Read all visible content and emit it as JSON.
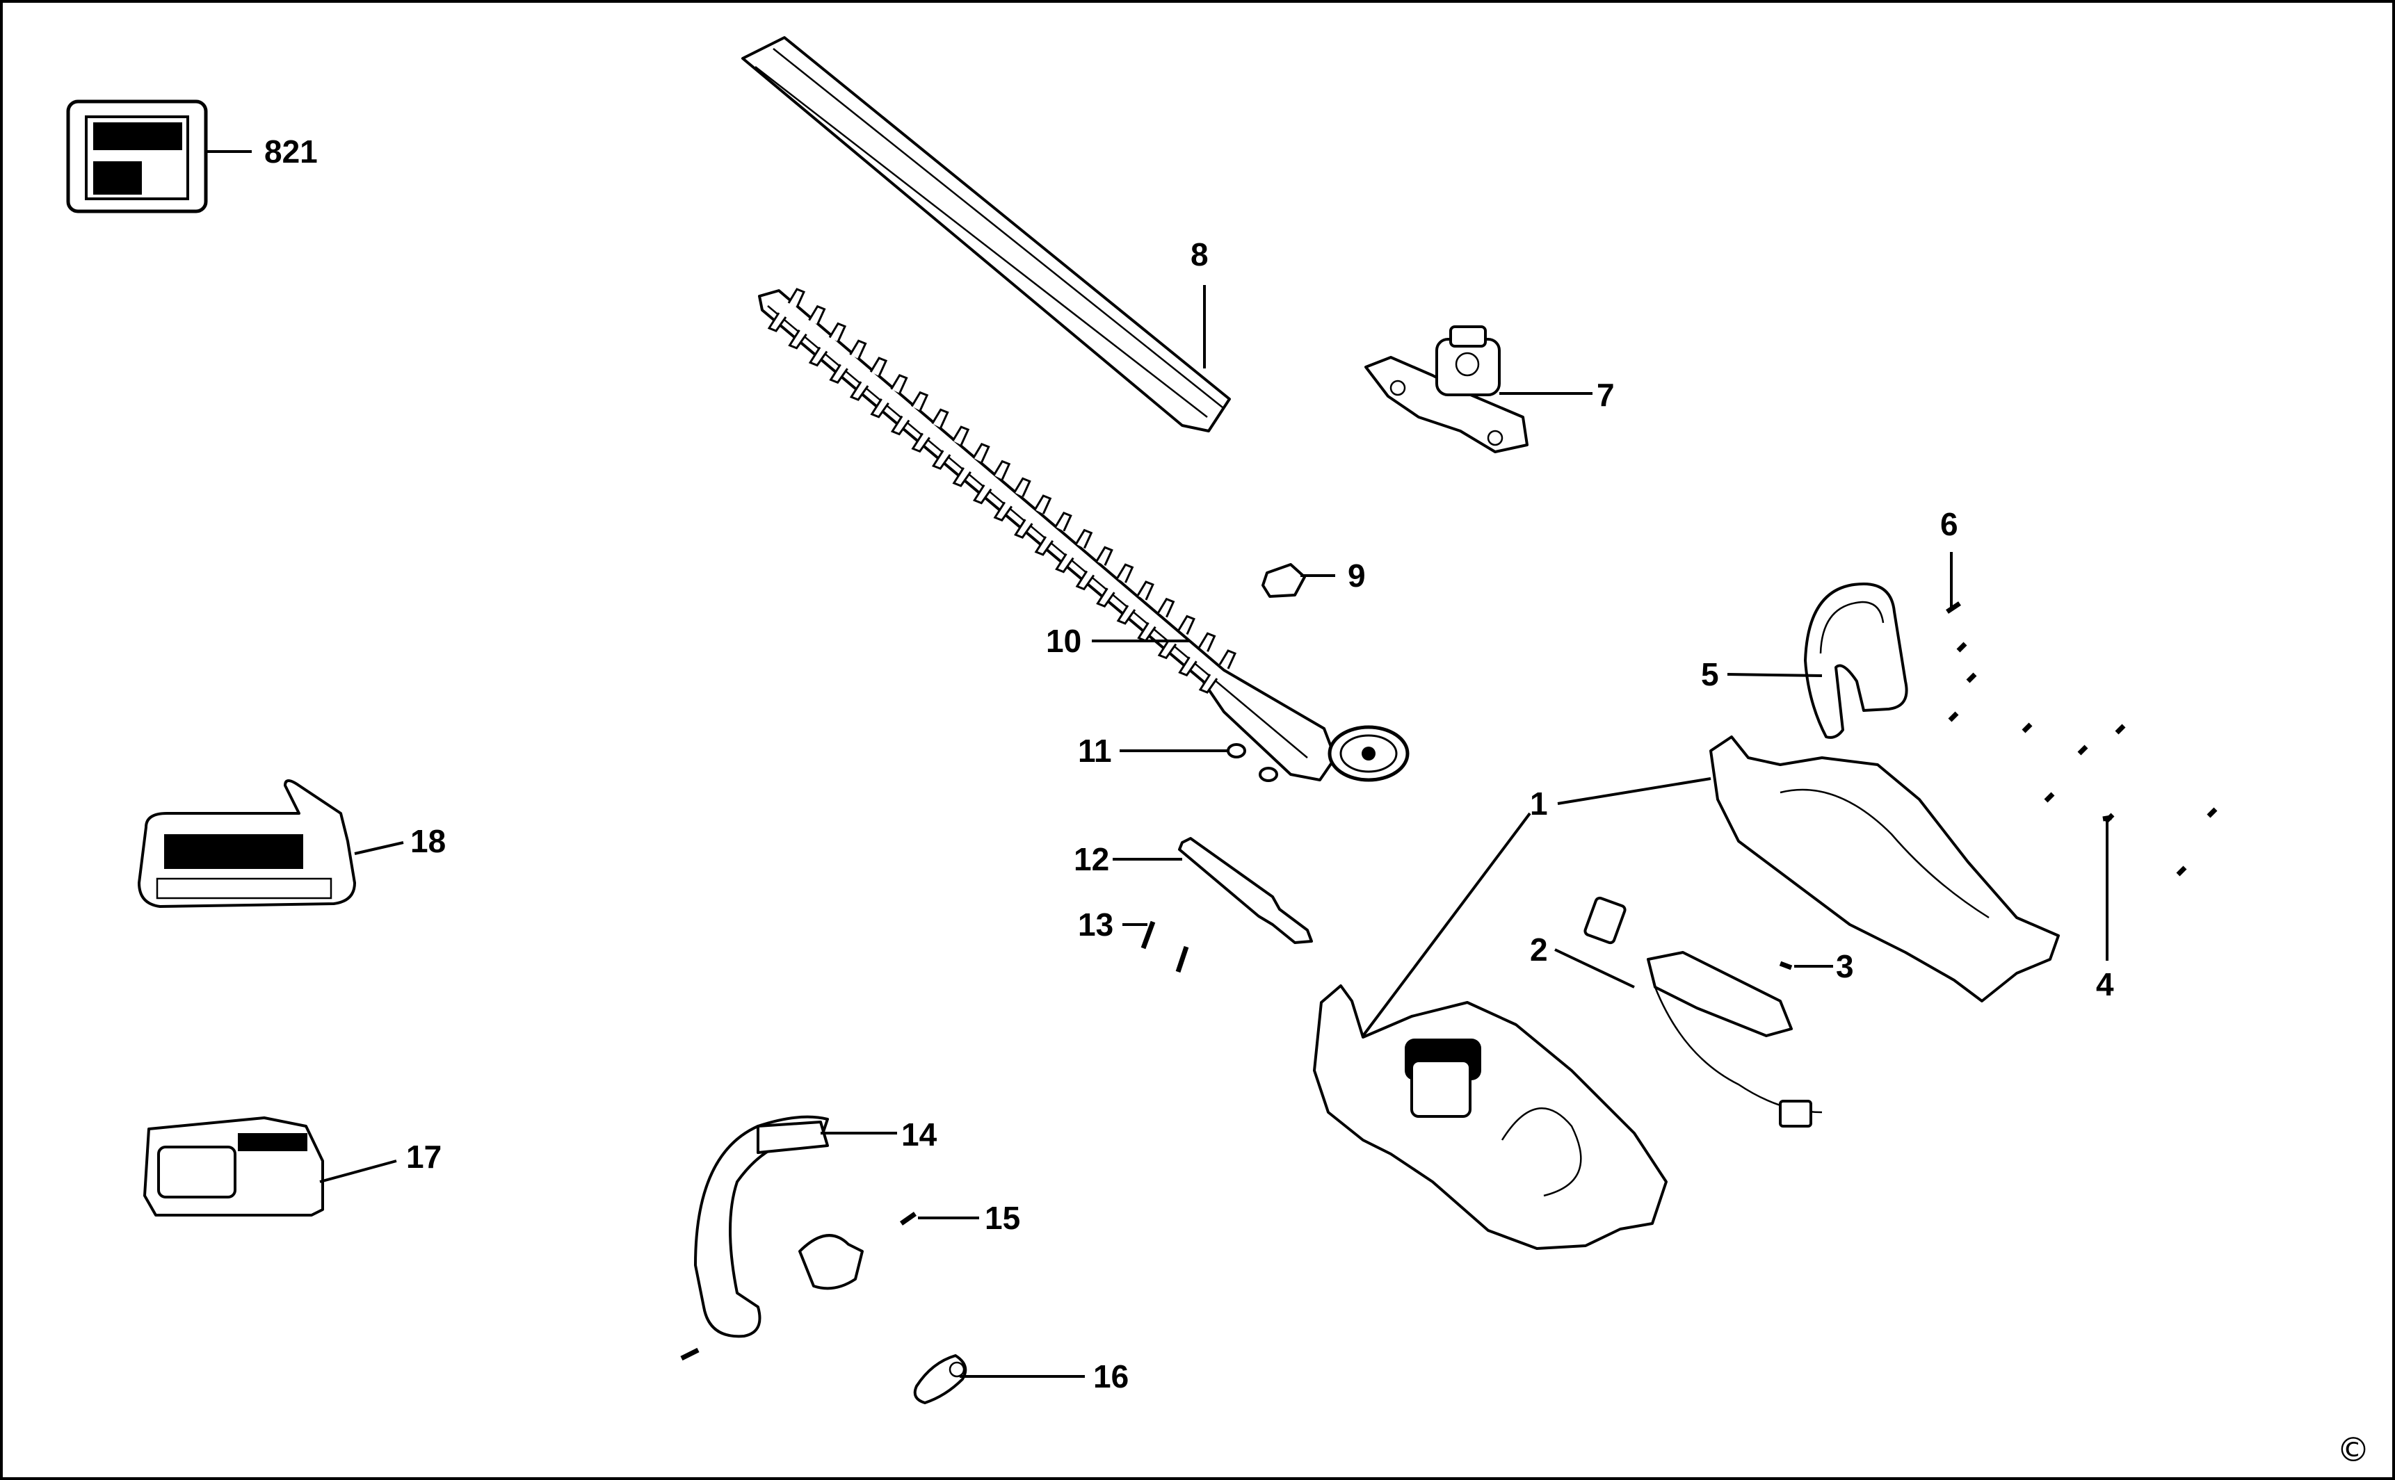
{
  "legend": {
    "label": "821",
    "icon": "kit-box-icon"
  },
  "callouts": [
    {
      "id": "1",
      "label": "1"
    },
    {
      "id": "2",
      "label": "2"
    },
    {
      "id": "3",
      "label": "3"
    },
    {
      "id": "4",
      "label": "4"
    },
    {
      "id": "5",
      "label": "5"
    },
    {
      "id": "6",
      "label": "6"
    },
    {
      "id": "7",
      "label": "7"
    },
    {
      "id": "8",
      "label": "8"
    },
    {
      "id": "9",
      "label": "9"
    },
    {
      "id": "10",
      "label": "10"
    },
    {
      "id": "11",
      "label": "11"
    },
    {
      "id": "12",
      "label": "12"
    },
    {
      "id": "13",
      "label": "13"
    },
    {
      "id": "14",
      "label": "14"
    },
    {
      "id": "15",
      "label": "15"
    },
    {
      "id": "16",
      "label": "16"
    },
    {
      "id": "17",
      "label": "17"
    },
    {
      "id": "18",
      "label": "18"
    }
  ],
  "copyright": "©"
}
